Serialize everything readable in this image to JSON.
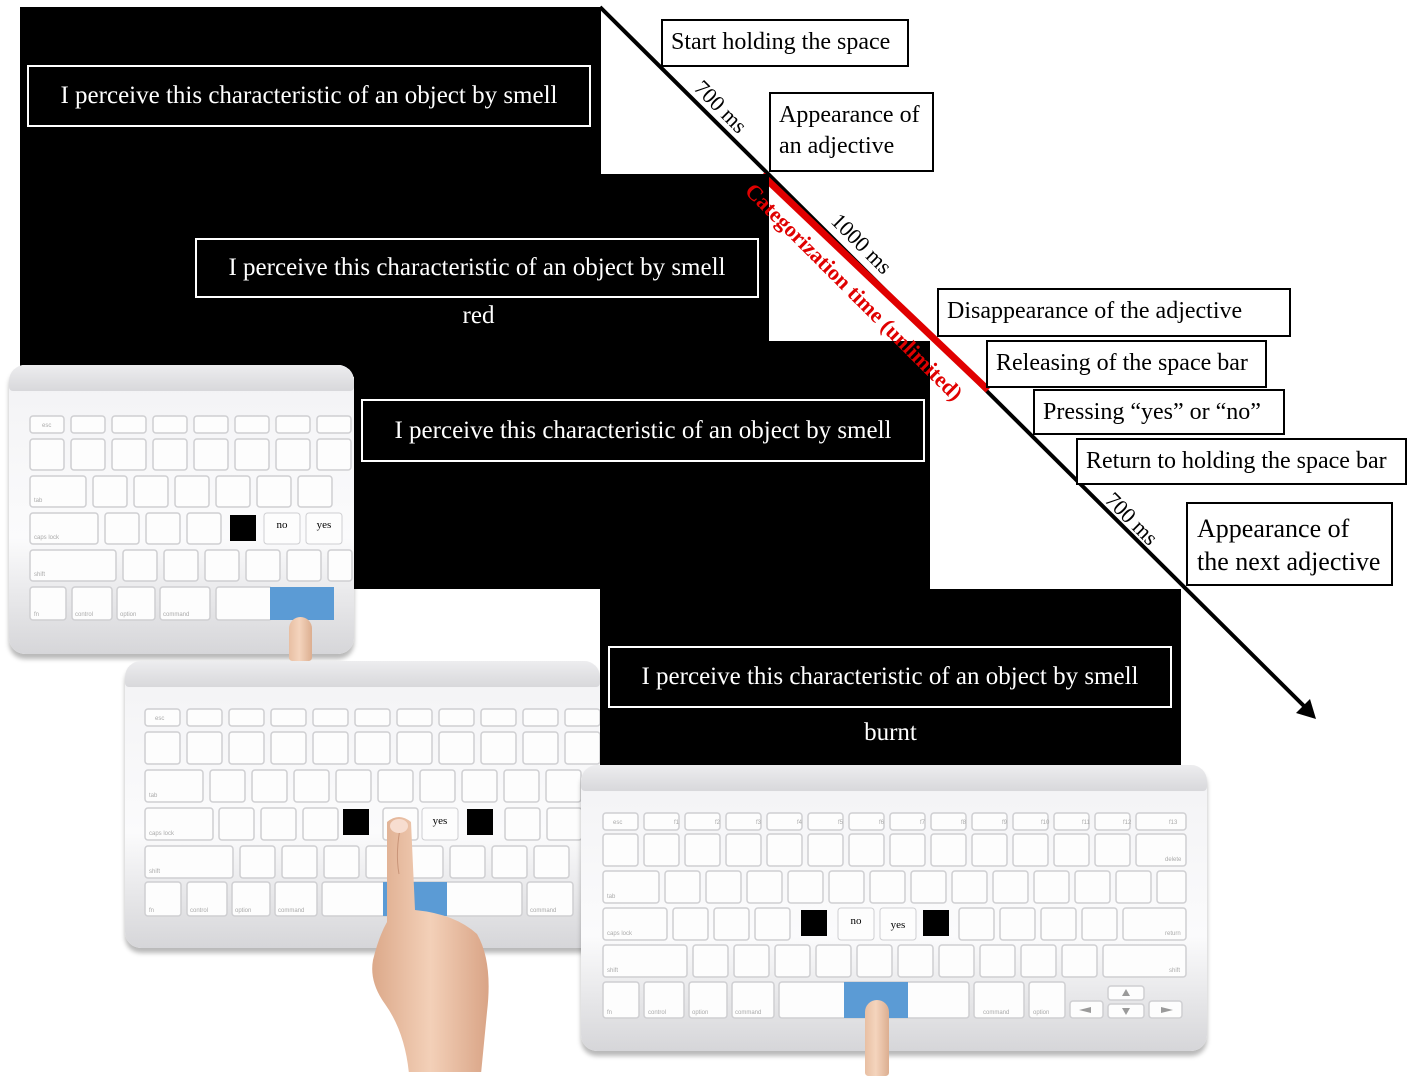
{
  "prompt": "I perceive this characteristic of an object by smell",
  "screens": [
    {
      "word": ""
    },
    {
      "word": "red"
    },
    {
      "word": ""
    },
    {
      "word": "burnt"
    }
  ],
  "keyboard": {
    "esc": "esc",
    "tab": "tab",
    "caps": "caps lock",
    "shift": "shift",
    "fn": "fn",
    "control": "control",
    "option": "option",
    "command": "command",
    "delete": "delete",
    "return": "return",
    "no": "no",
    "yes": "yes",
    "fkeys": [
      "f1",
      "f2",
      "f3",
      "f4",
      "f5",
      "f6",
      "f7",
      "f8",
      "f9",
      "f10",
      "f11",
      "f12",
      "f13"
    ]
  },
  "timeline": {
    "events": [
      "Start holding the space",
      "Appearance of an adjective",
      "Disappearance of the adjective",
      "Releasing of the space bar",
      "Pressing “yes” or “no”",
      "Return to holding the space bar",
      "Appearance of the next adjective"
    ],
    "durations": [
      "700 ms",
      "1000 ms",
      "700 ms"
    ],
    "categorization": "Categorization time (unlimited)",
    "colors": {
      "line": "#000000",
      "categorization": "#e00000",
      "space_key": "#5b9bd5"
    }
  }
}
